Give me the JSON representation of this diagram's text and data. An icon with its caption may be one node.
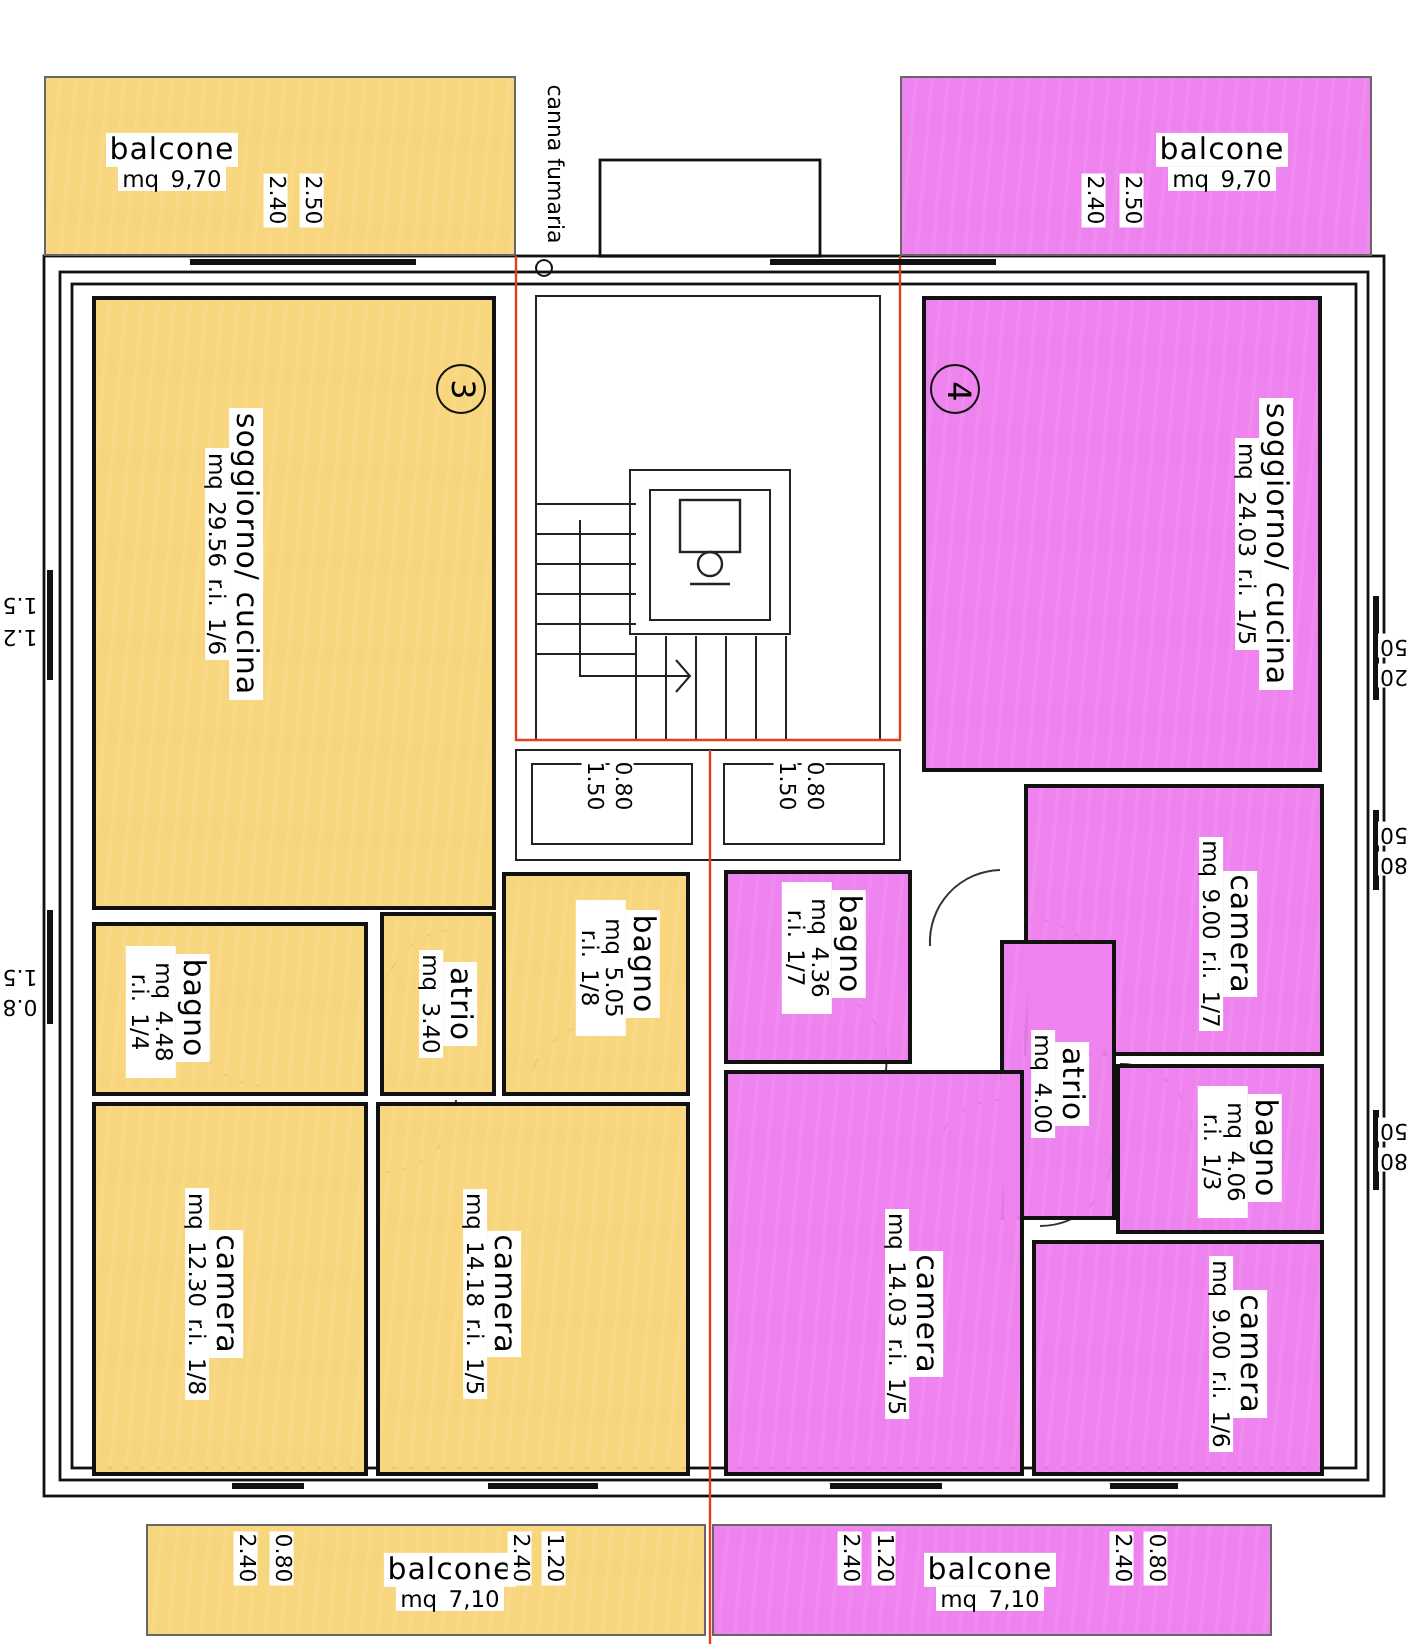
{
  "diagram": {
    "nodes": [
      {
        "text": [
          "balcone",
          "mq 9,70"
        ]
      },
      {
        "text": [
          "balcone",
          "mq 9,70"
        ]
      },
      {
        "text": [
          "soggiorno/ cucina",
          "mq 29.56 r.i. 1/6"
        ]
      },
      {
        "text": [
          "3"
        ],
        "in": 2
      },
      {
        "text": [
          "soggiorno/ cucina",
          "mq 24.03 r.i. 1/5"
        ]
      },
      {
        "text": [
          "4"
        ],
        "in": 4
      },
      {
        "text": [
          "bagno",
          "mq 5.05 r.i. 1/8"
        ]
      },
      {
        "text": [
          "bagno",
          "mq 4.48 r.i. 1/4"
        ]
      },
      {
        "text": [
          "atrio",
          "mq 3.40"
        ]
      },
      {
        "text": [
          "bagno",
          "mq 4.36 r.i. 1/7"
        ]
      },
      {
        "text": [
          "camera",
          "mq 9.00 r.i. 1/7"
        ]
      },
      {
        "text": [
          "atrio",
          "mq 4.00"
        ]
      },
      {
        "text": [
          "bagno",
          "mq 4.06 r.i. 1/3"
        ]
      },
      {
        "text": [
          "camera",
          "mq 12.30 r.i. 1/8"
        ]
      },
      {
        "text": [
          "camera",
          "mq 14.18 r.i. 1/5"
        ]
      },
      {
        "text": [
          "camera",
          "mq 14.03 r.i. 1/5"
        ]
      },
      {
        "text": [
          "camera",
          "mq 9.00 r.i. 1/6"
        ]
      },
      {
        "text": [
          "balcone",
          "mq 7,10"
        ]
      },
      {
        "text": [
          "balcone",
          "mq 7,10"
        ]
      }
    ],
    "labels": [
      "canna fumaria",
      "2.40",
      "2.50",
      "2.40",
      "2.50",
      "1.5",
      "1.2",
      "50",
      "20",
      "1.50",
      "0.80",
      "1.50",
      "0.80",
      "50",
      "80",
      "1.5",
      "0.8",
      "50",
      "80",
      "2.40",
      "0.80",
      "2.40",
      "1.20",
      "2.40",
      "1.20",
      "2.40",
      "0.80"
    ]
  }
}
